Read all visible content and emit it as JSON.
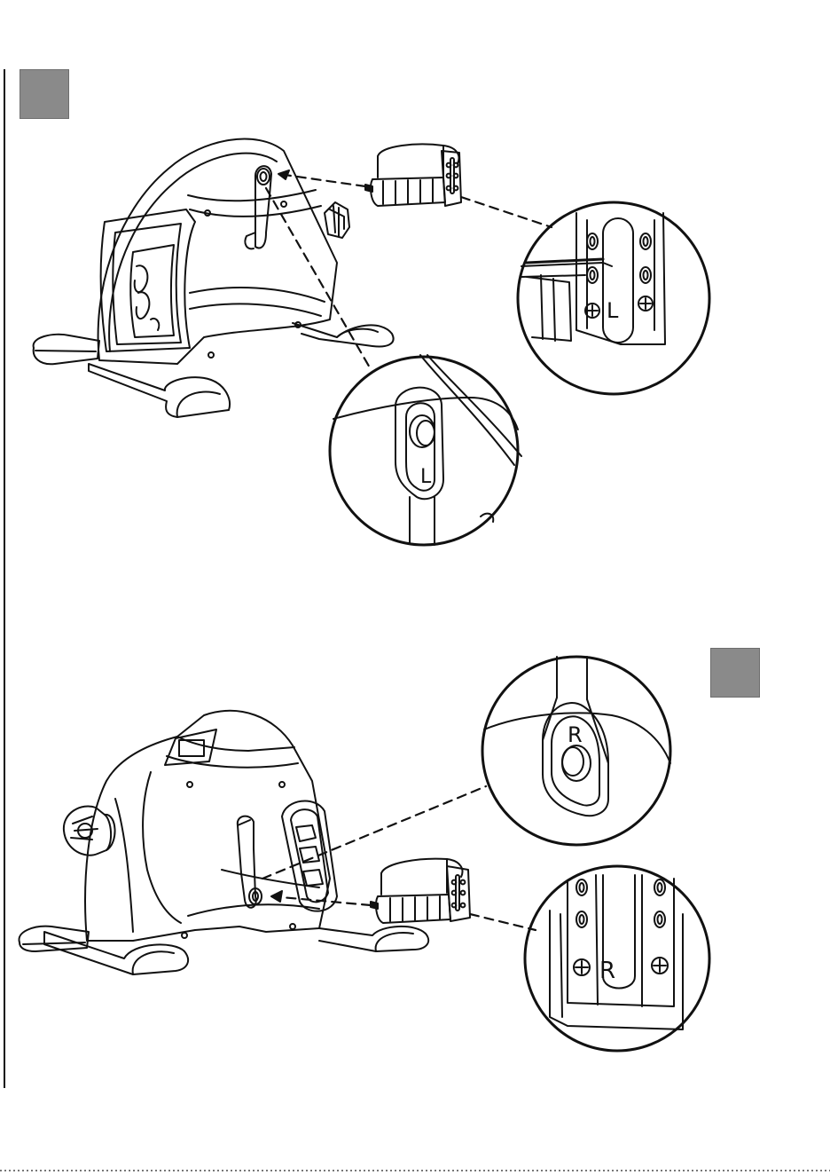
{
  "step_boxes": [
    {
      "id": "step-1",
      "color": "#8a8a8a"
    },
    {
      "id": "step-2",
      "color": "#8a8a8a"
    }
  ],
  "detail_labels": {
    "left_crank": "L",
    "left_pedal": "L",
    "right_crank": "R",
    "right_pedal": "R"
  },
  "colors": {
    "line": "#111111",
    "background": "#ffffff"
  }
}
